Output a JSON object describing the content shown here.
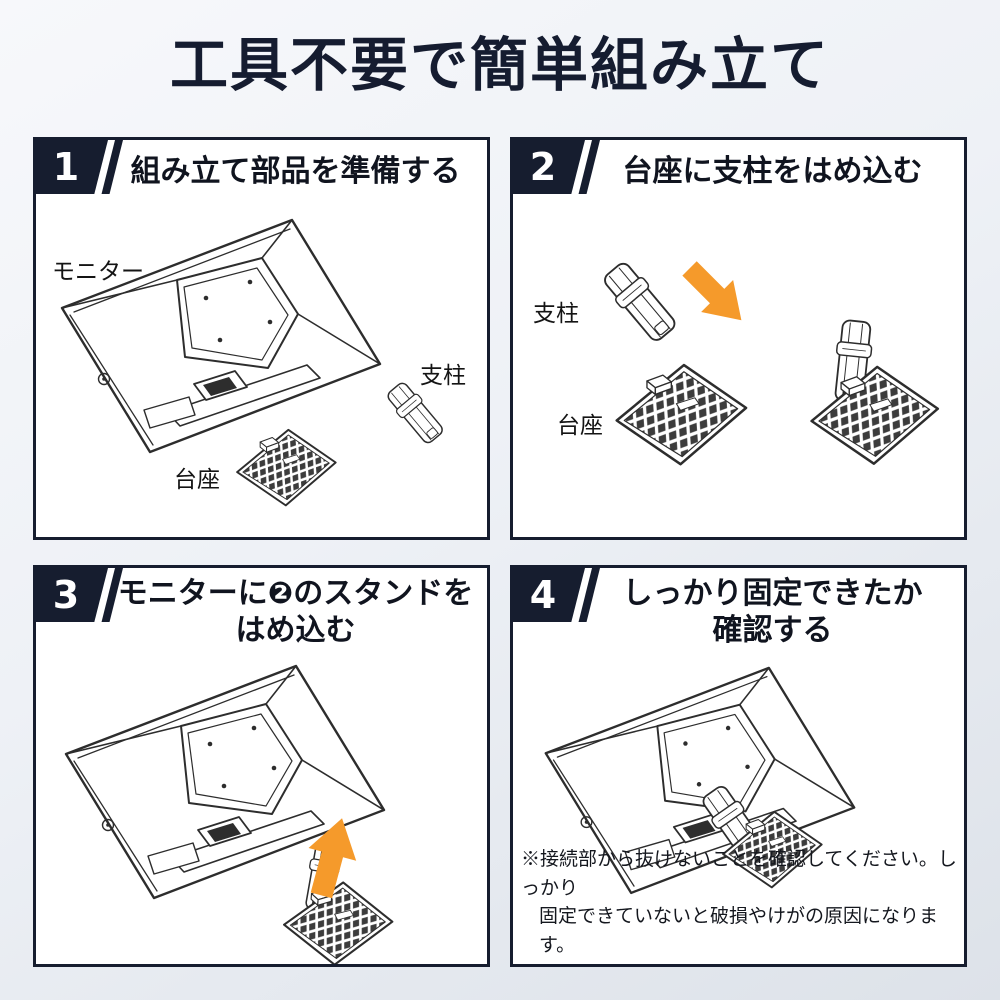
{
  "title": "工具不要で簡単組み立て",
  "colors": {
    "navy": "#161d2f",
    "orange": "#F59A2B",
    "line_art": "#2d2d2d",
    "panel_background": "#ffffff",
    "page_background_top": "#f7f8fb",
    "page_background_bottom": "#dde2e9"
  },
  "panels": [
    {
      "number": "1",
      "heading_line1": "組み立て部品を準備する",
      "labels": {
        "monitor": "モニター",
        "pillar": "支柱",
        "base": "台座"
      }
    },
    {
      "number": "2",
      "heading_line1": "台座に支柱をはめ込む",
      "labels": {
        "pillar": "支柱",
        "base": "台座"
      }
    },
    {
      "number": "3",
      "heading_line1": "モニターに❷のスタンドを",
      "heading_line2": "はめ込む"
    },
    {
      "number": "4",
      "heading_line1": "しっかり固定できたか",
      "heading_line2": "確認する",
      "note_line1": "※接続部から抜けないことを確認してください。しっかり",
      "note_line2": "固定できていないと破損やけがの原因になります。"
    }
  ],
  "icons": {
    "arrow_step2": "arrow-down-right",
    "arrow_step3": "arrow-up"
  }
}
